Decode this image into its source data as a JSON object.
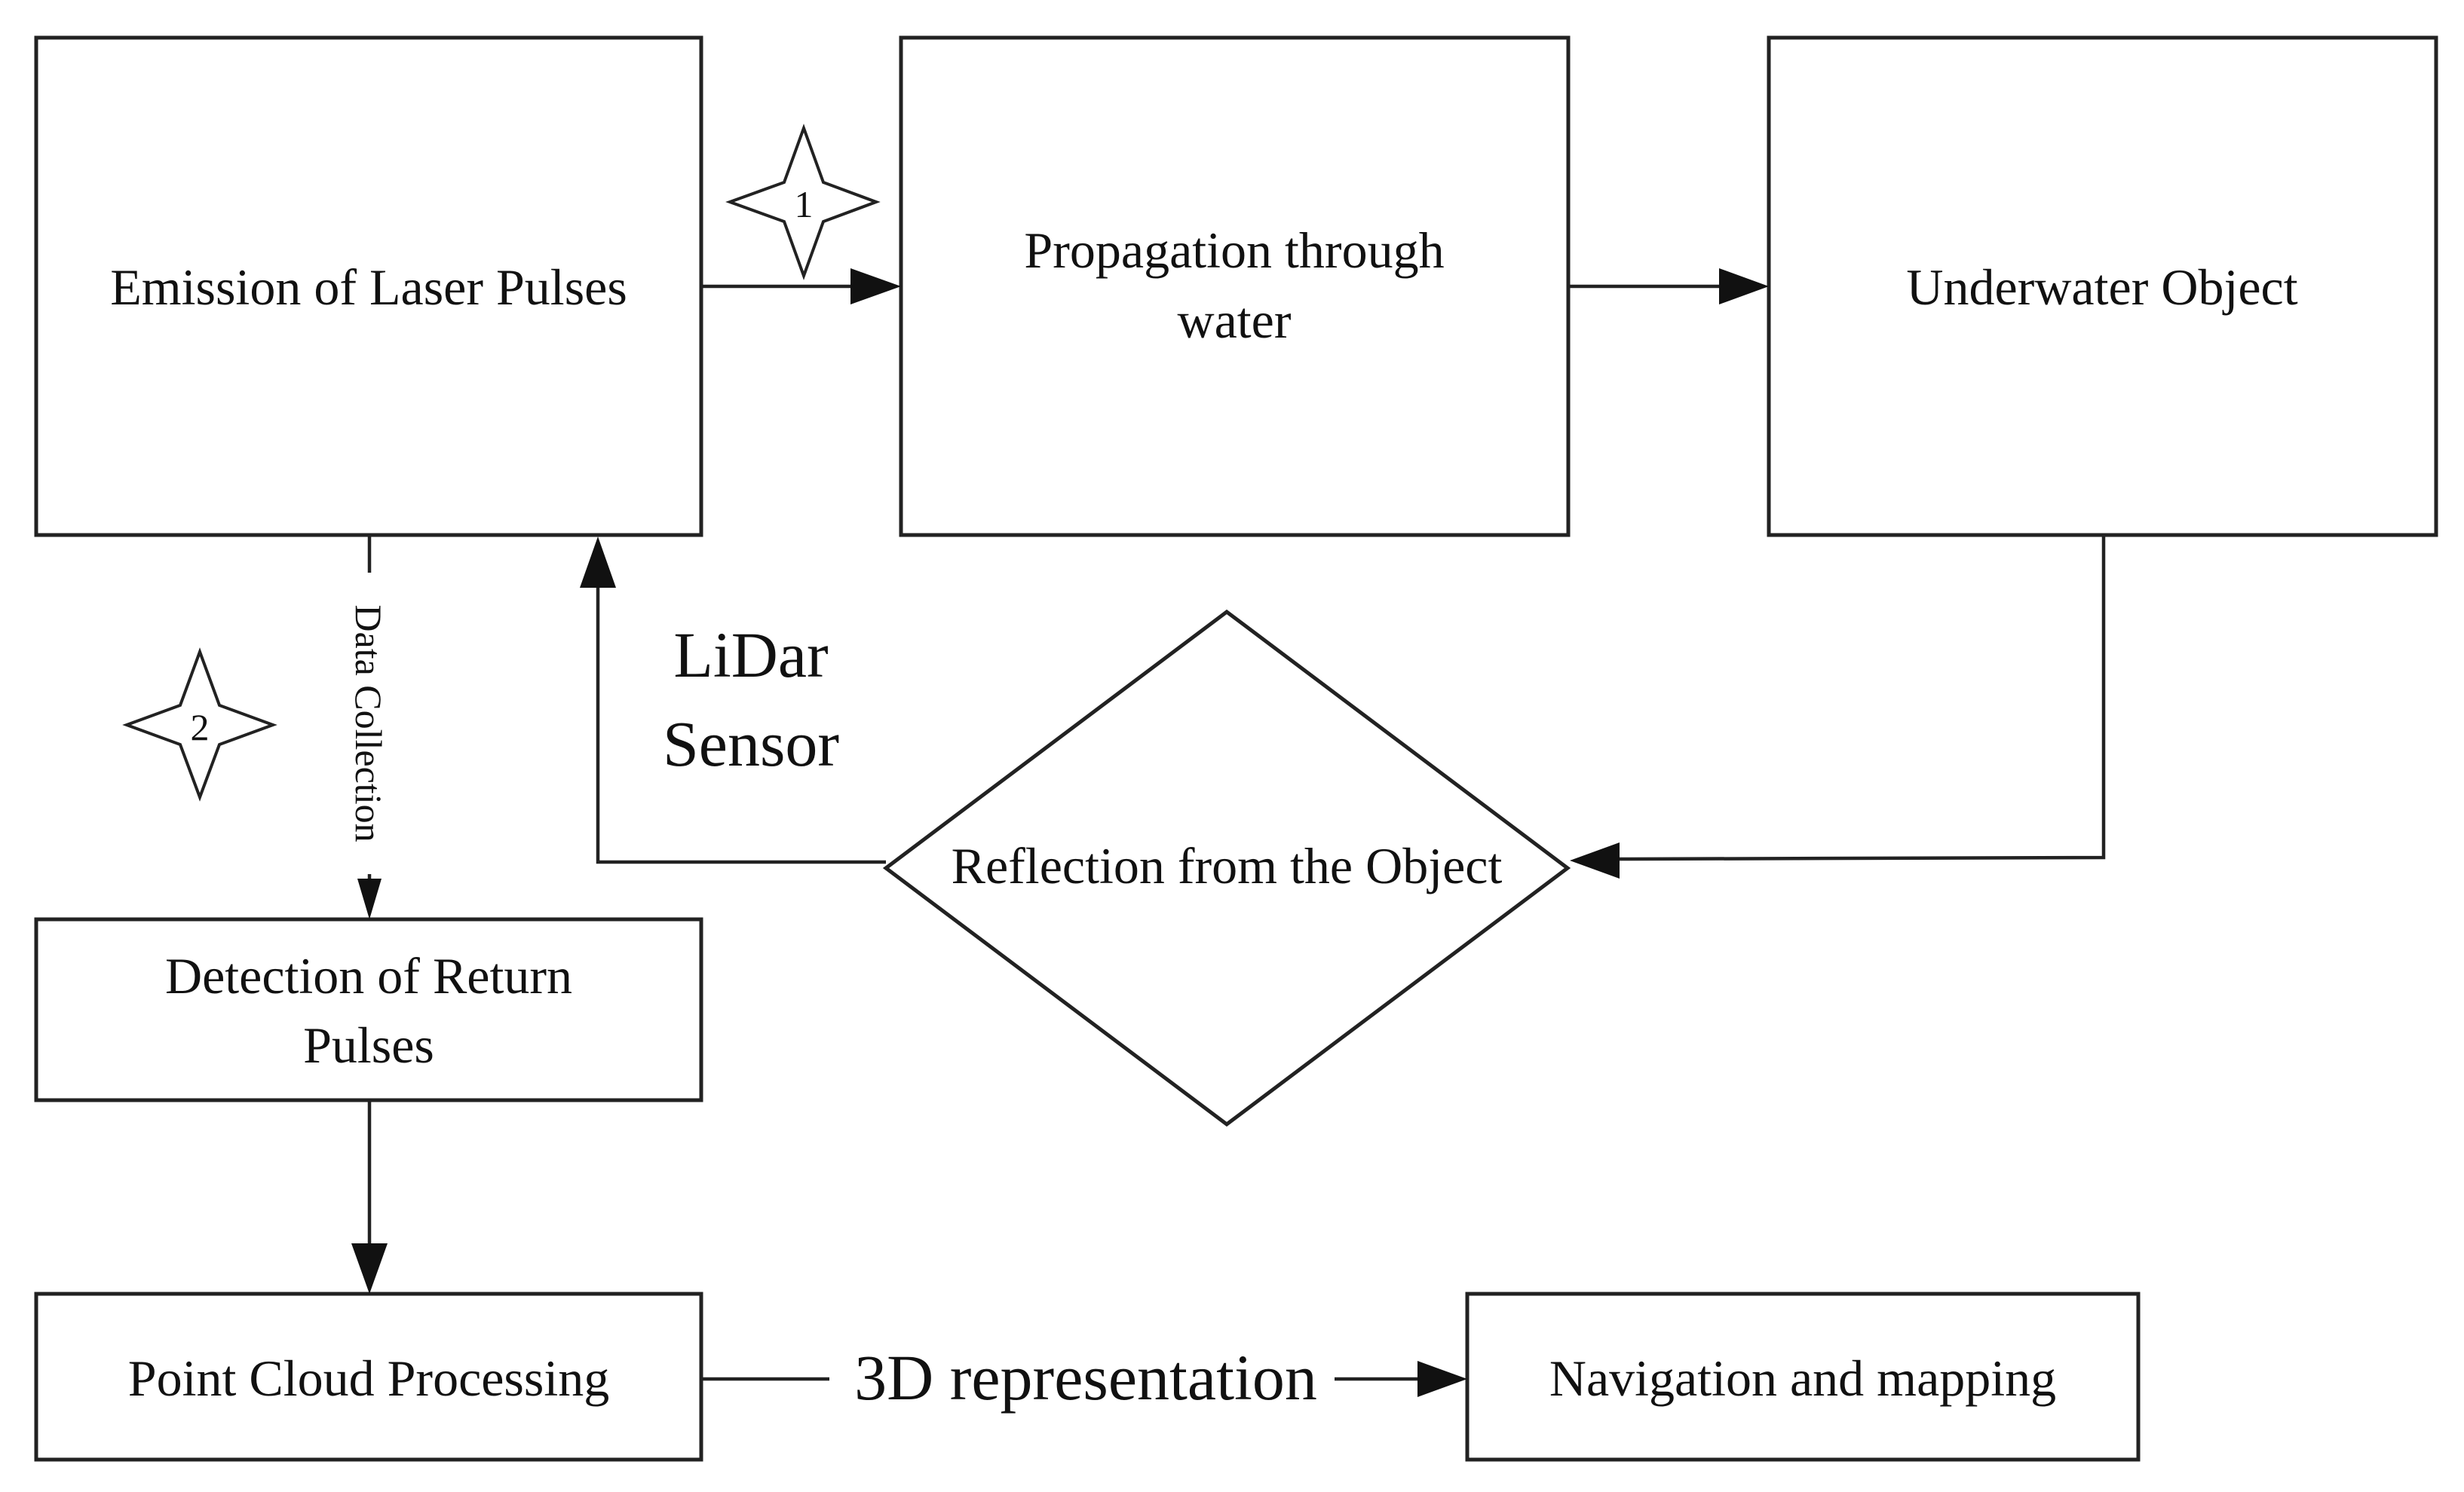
{
  "nodes": {
    "emission": "Emission of Laser Pulses",
    "propagation_line1": "Propagation through",
    "propagation_line2": "water",
    "underwater": "Underwater Object",
    "reflection": "Reflection from the Object",
    "detection_line1": "Detection of Return",
    "detection_line2": "Pulses",
    "point_cloud": "Point Cloud Processing",
    "navigation": "Navigation and mapping"
  },
  "markers": {
    "marker1": "1",
    "marker2": "2"
  },
  "annotations": {
    "sensor_line1": "LiDar",
    "sensor_line2": "Sensor"
  },
  "edges": {
    "data_collection": "Data Collection",
    "representation": "3D representation"
  },
  "colors": {
    "line": "#222222",
    "fill": "#ffffff",
    "text": "#111111"
  }
}
